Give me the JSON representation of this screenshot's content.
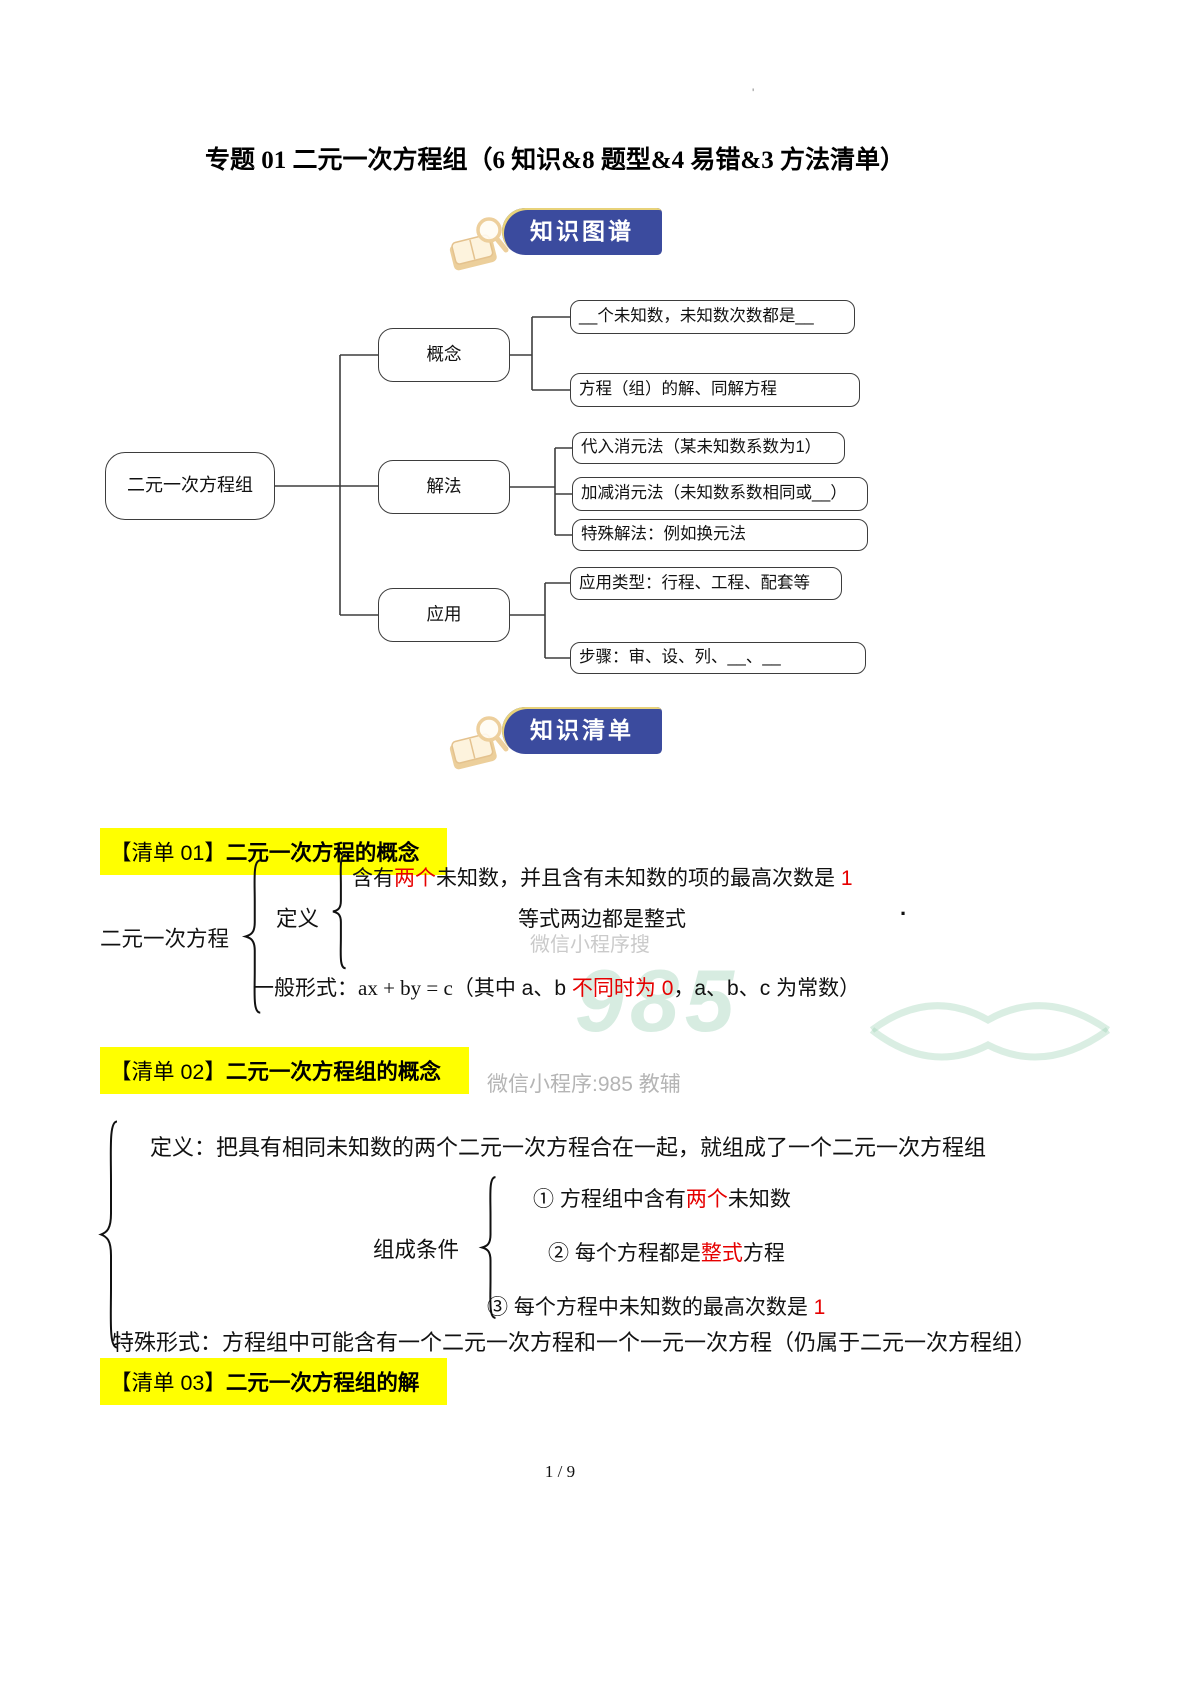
{
  "page": {
    "title": "专题 01 二元一次方程组（6 知识&8 题型&4 易错&3 方法清单）",
    "page_number": "1 / 9",
    "top_mark": "'"
  },
  "banners": {
    "map_label": "知识图谱",
    "list_label": "知识清单"
  },
  "tree": {
    "root": "二元一次方程组",
    "branches": [
      {
        "label": "概念",
        "leaves": [
          "__个未知数，未知数次数都是__",
          "方程（组）的解、同解方程"
        ]
      },
      {
        "label": "解法",
        "leaves": [
          "代入消元法（某未知数系数为1）",
          "加减消元法（未知数系数相同或__）",
          "特殊解法：例如换元法"
        ]
      },
      {
        "label": "应用",
        "leaves": [
          "应用类型：行程、工程、配套等",
          "步骤：审、设、列、__、__"
        ]
      }
    ]
  },
  "list01": {
    "tag": "【清单 01】",
    "title": "二元一次方程的概念",
    "subject": "二元一次方程",
    "definition_label": "定义",
    "def1": [
      "含有",
      "两个",
      "未知数，并且含有未知数的项的最高次数是 ",
      "1"
    ],
    "def2": "等式两边都是整式",
    "period": ".",
    "general": [
      "一般形式：",
      "ax + by = c",
      "（其中 a、b ",
      "不同时为 0",
      "，a、b、c 为常数）"
    ]
  },
  "list02": {
    "tag": "【清单 02】",
    "title": "二元一次方程组的概念",
    "definition": "定义：把具有相同未知数的两个二元一次方程合在一起，就组成了一个二元一次方程组",
    "conditions_label": "组成条件",
    "cond1": [
      "① 方程组中含有",
      "两个",
      "未知数"
    ],
    "cond2": [
      "② 每个方程都是",
      "整式",
      "方程"
    ],
    "cond3": [
      "③ 每个方程中未知数的最高次数是 ",
      "1"
    ],
    "special": "特殊形式：方程组中可能含有一个二元一次方程和一个一元一次方程（仍属于二元一次方程组）"
  },
  "list03": {
    "tag": "【清单 03】",
    "title": "二元一次方程组的解"
  },
  "watermarks": {
    "wm_faint": "微信小程序搜",
    "wm_green": "985",
    "wm_label": "微信小程序:985 教辅"
  },
  "colors": {
    "banner_blue": "#3b4b9e",
    "highlight": "#ffff00",
    "accent_red": "#e60000"
  }
}
